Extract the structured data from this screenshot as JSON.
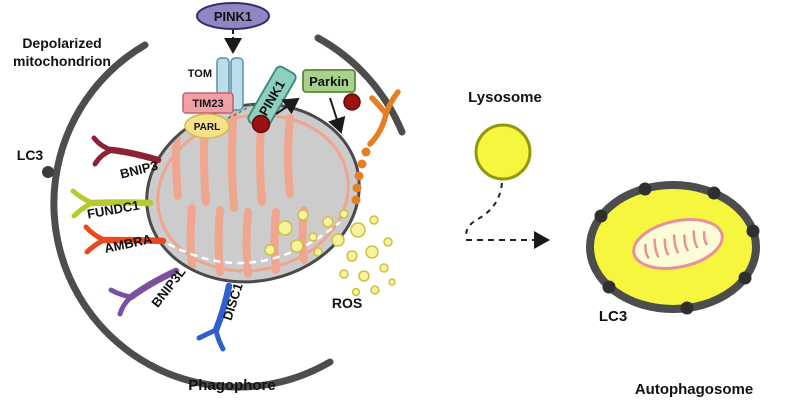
{
  "diagram": {
    "depolarized_line1": "Depolarized",
    "depolarized_line2": "mitochondrion",
    "pink1_top": "PINK1",
    "tom": "TOM",
    "tim23": "TIM23",
    "parl": "PARL",
    "pink1_membrane": "PINK1",
    "parkin": "Parkin",
    "lc3_left": "LC3",
    "ros": "ROS",
    "phagophore": "Phagophore",
    "lysosome": "Lysosome",
    "lc3_right": "LC3",
    "autophagosome": "Autophagosome"
  },
  "receptors": [
    {
      "name": "BNIP3",
      "color": "#8e2133"
    },
    {
      "name": "FUNDC1",
      "color": "#b6ca2f"
    },
    {
      "name": "AMBRA",
      "color": "#e8491f"
    },
    {
      "name": "BNIP3L",
      "color": "#7b509e"
    },
    {
      "name": "DISC1",
      "color": "#2f5fd0"
    }
  ],
  "colors": {
    "pink1_top_fill": "#9186c2",
    "pink1_membrane_fill": "#8ecfbf",
    "parkin_fill": "#a9d18e",
    "parkin_text": "#7a1020",
    "tim23_fill": "#f2a0a8",
    "tim23_text": "#8b1a2a",
    "parl_fill": "#f7e08a",
    "tom_fill": "#bcdde9",
    "ubiquitin_red": "#9c1212",
    "phagophore_gray": "#4d4d4d",
    "mito_fill": "#cccccc",
    "cristae_pink": "#f0a58e",
    "ros_yellow": "#f7f2a0",
    "bright_yellow": "#f6f63e",
    "orange_receptor": "#e67e22"
  }
}
